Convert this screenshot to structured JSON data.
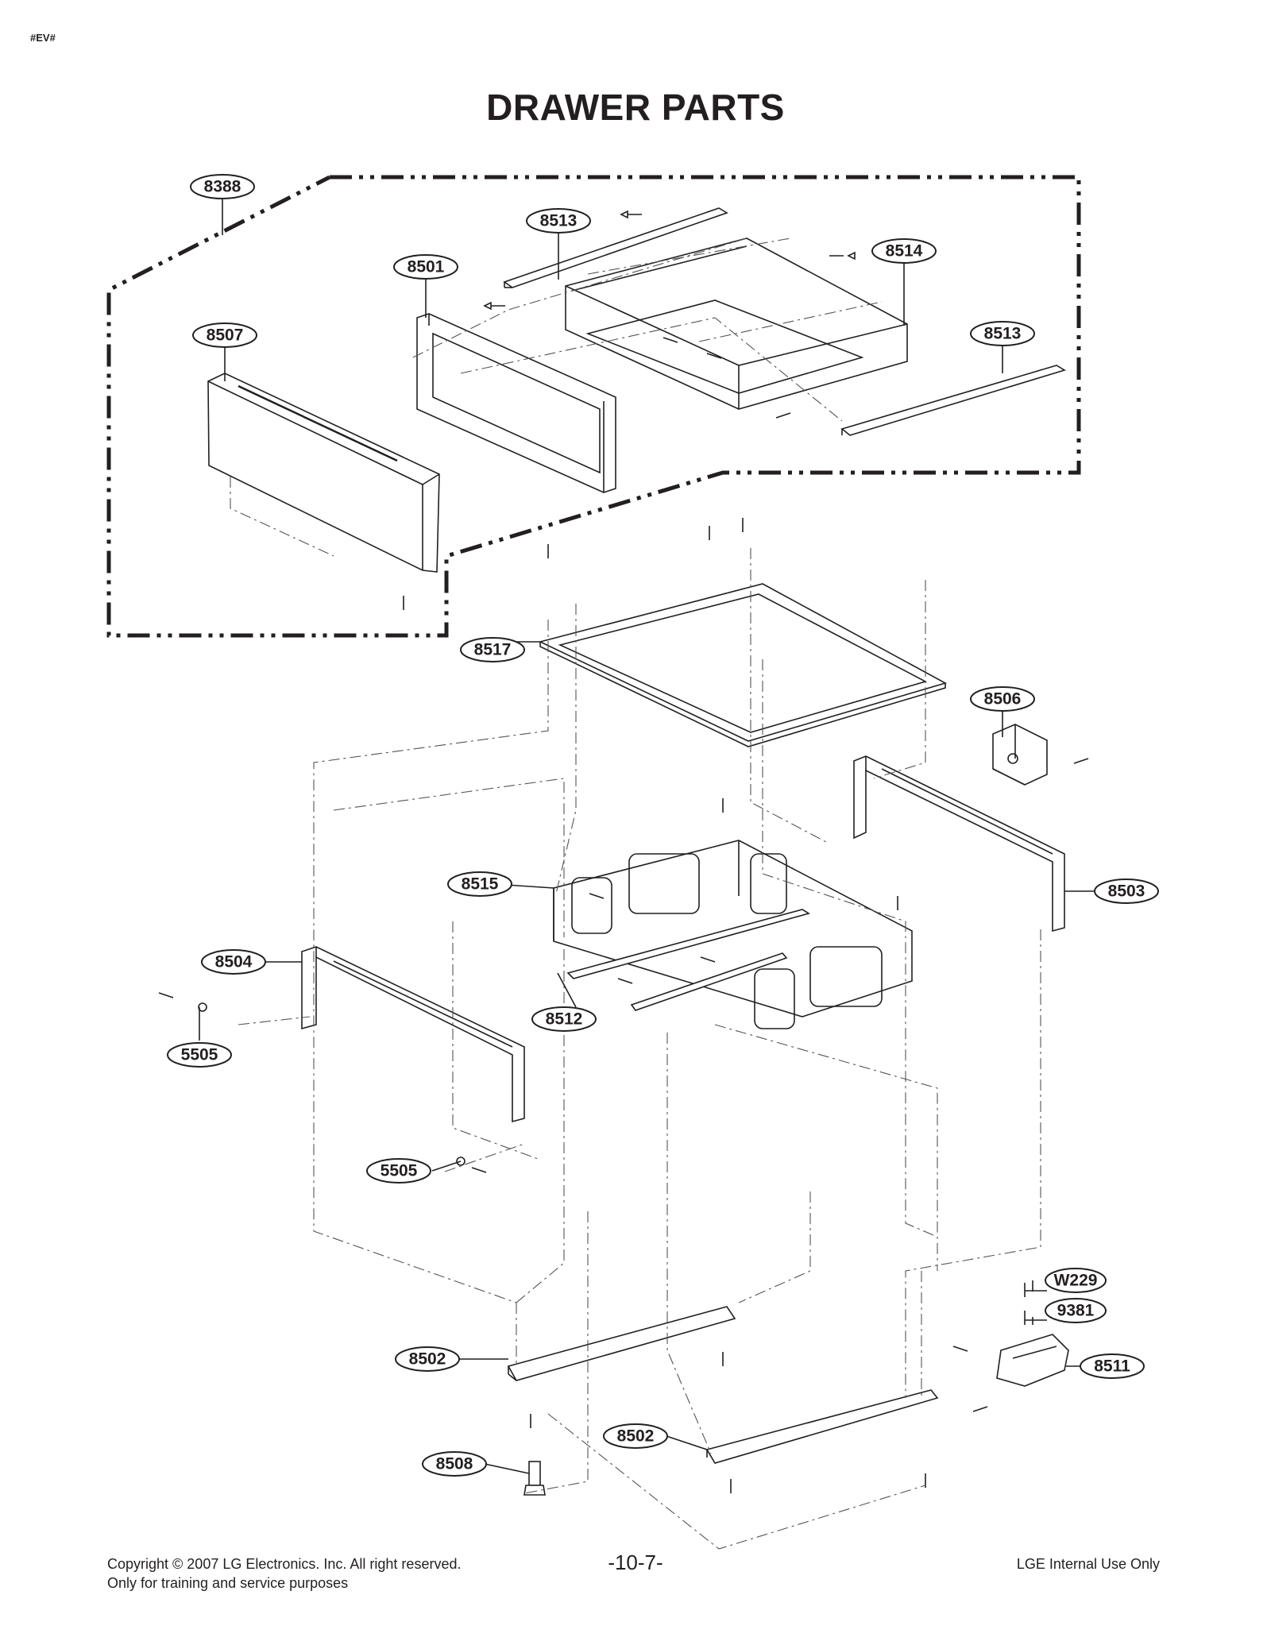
{
  "header": {
    "tag": "#EV#",
    "title": "DRAWER PARTS"
  },
  "callouts": [
    {
      "id": "8388",
      "label": "8388"
    },
    {
      "id": "8513a",
      "label": "8513"
    },
    {
      "id": "8501",
      "label": "8501"
    },
    {
      "id": "8514",
      "label": "8514"
    },
    {
      "id": "8507",
      "label": "8507"
    },
    {
      "id": "8513b",
      "label": "8513"
    },
    {
      "id": "8517",
      "label": "8517"
    },
    {
      "id": "8506",
      "label": "8506"
    },
    {
      "id": "8515",
      "label": "8515"
    },
    {
      "id": "8503",
      "label": "8503"
    },
    {
      "id": "8504",
      "label": "8504"
    },
    {
      "id": "8512",
      "label": "8512"
    },
    {
      "id": "5505a",
      "label": "5505"
    },
    {
      "id": "5505b",
      "label": "5505"
    },
    {
      "id": "W229",
      "label": "W229"
    },
    {
      "id": "9381",
      "label": "9381"
    },
    {
      "id": "8502a",
      "label": "8502"
    },
    {
      "id": "8511",
      "label": "8511"
    },
    {
      "id": "8502b",
      "label": "8502"
    },
    {
      "id": "8508",
      "label": "8508"
    }
  ],
  "footer": {
    "copyright_line1": "Copyright © 2007 LG Electronics. Inc. All right reserved.",
    "copyright_line2": "Only for training and service purposes",
    "page_number": "-10-7-",
    "internal": "LGE Internal Use Only"
  }
}
